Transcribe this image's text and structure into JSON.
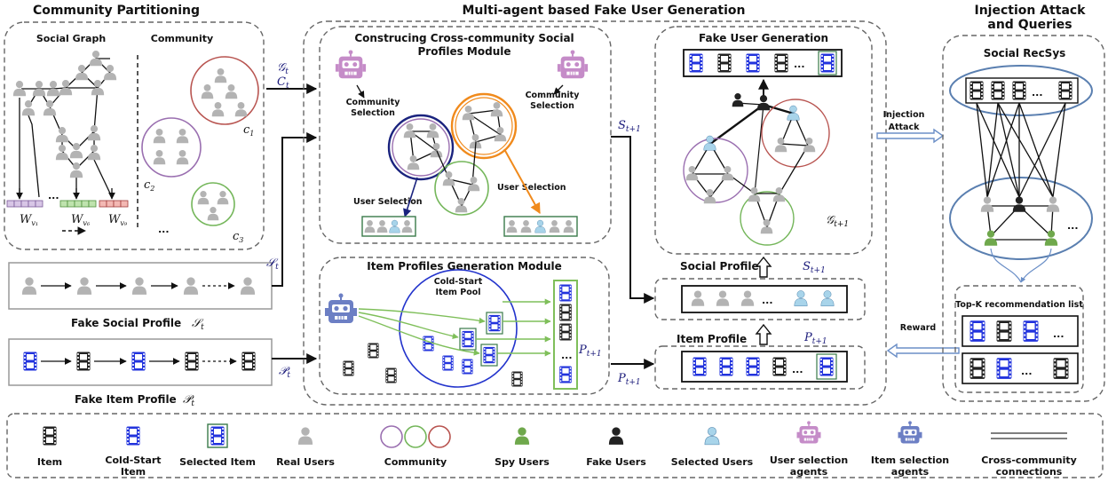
{
  "sections": {
    "community_partitioning": "Community Partitioning",
    "social_graph": "Social Graph",
    "community": "Community",
    "multi_agent": "Multi-agent based Fake User Generation",
    "cross_community_1": "Construcing Cross-community Social",
    "cross_community_2": "Profiles Module",
    "fake_user_generation": "Fake User Generation",
    "item_profiles_module": "Item Profiles Generation Module",
    "cold_start_pool_1": "Cold-Start",
    "cold_start_pool_2": "Item Pool",
    "injection_1": "Injection Attack",
    "injection_2": "and Queries",
    "social_recsys": "Social RecSys",
    "topk": "Top-K recommendation list",
    "social_profile": "Social Profile",
    "item_profile": "Item Profile",
    "fake_social_profile": "Fake Social Profile",
    "fake_item_profile": "Fake Item Profile"
  },
  "labels": {
    "community_selection": "Community",
    "selection": "Selection",
    "user_selection": "User Selection",
    "injection_attack_1": "Injection",
    "injection_attack_2": "Attack",
    "reward": "Reward",
    "dots": "...",
    "c1": "c",
    "c2": "c",
    "c3": "c",
    "sub1": "1",
    "sub2": "2",
    "sub3": "3",
    "W": "W"
  },
  "math": {
    "G_t": "𝒢",
    "C_t": "C",
    "S_t": "𝒮",
    "P_t": "𝒫",
    "S_t1": "S",
    "P_t1": "P",
    "G_t1": "𝒢",
    "t": "t",
    "t1": "t+1"
  },
  "legend": {
    "item": "Item",
    "cold_start_item_1": "Cold-Start",
    "cold_start_item_2": "Item",
    "selected_item": "Selected Item",
    "real_users": "Real Users",
    "community": "Community",
    "spy_users": "Spy Users",
    "fake_users": "Fake Users",
    "selected_users": "Selected Users",
    "user_agents_1": "User selection",
    "user_agents_2": "agents",
    "item_agents_1": "Item selection",
    "item_agents_2": "agents",
    "cross_1": "Cross-community",
    "cross_2": "connections"
  },
  "colors": {
    "real_user": "#b3b3b3",
    "spy_user": "#6fa84c",
    "fake_user": "#222222",
    "selected_user": "#a8d4ea",
    "community_purple": "#9a6fb0",
    "community_green": "#74b65a",
    "community_red": "#b85450",
    "item_black": "#222222",
    "cold_item_blue": "#2233dd",
    "agent_purple": "#c58cc8",
    "agent_blue": "#6c7fc4",
    "recsys_blue": "#5a7fb0",
    "orange": "#f08a1c"
  },
  "icons": [
    "user-icon",
    "film-icon",
    "robot-icon",
    "arrow-icon"
  ]
}
